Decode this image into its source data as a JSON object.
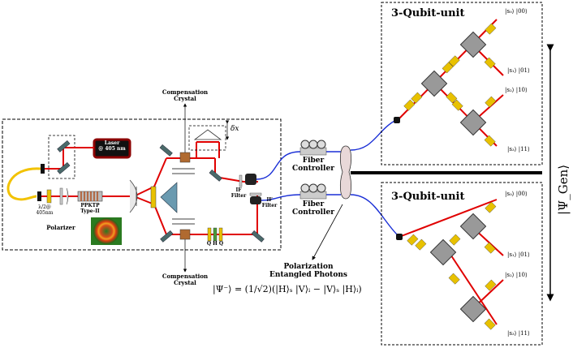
{
  "setup": {
    "laser_line1": "Laser",
    "laser_line2": "@ 405 nm",
    "compensation_top_1": "Compensation",
    "compensation_top_2": "Crystal",
    "compensation_bottom_1": "Compensation",
    "compensation_bottom_2": "Crystal",
    "delta_x": "δx",
    "waveplate": "λ/2@",
    "waveplate_nm": "405nm",
    "polarizer": "Polarizer",
    "ppktp_1": "PPKTP",
    "ppktp_2": "Type-II",
    "qhq": "Q H Q",
    "if_filter_top_1": "IF",
    "if_filter_top_2": "Filter",
    "if_filter_bottom_1": "IF",
    "if_filter_bottom_2": "Filter"
  },
  "fiber": {
    "top_1": "Fiber",
    "top_2": "Controller",
    "bottom_1": "Fiber",
    "bottom_2": "Controller"
  },
  "photons": {
    "line1": "Polarization",
    "line2": "Entangled Photons",
    "equation": "|Ψ⁻⟩ = (1/√2)(|H⟩ₛ |V⟩ᵢ − |V⟩ₛ |H⟩ᵢ)"
  },
  "gen_label": "|Ψ_Gen⟩",
  "units": [
    {
      "title": "3-Qubit-unit",
      "states": [
        "|s₀⟩ |00⟩",
        "|s₁⟩ |01⟩",
        "|s₂⟩ |10⟩",
        "|s₃⟩ |11⟩"
      ]
    },
    {
      "title": "3-Qubit-unit",
      "states": [
        "|s₀⟩ |00⟩",
        "|s₁⟩ |01⟩",
        "|s₂⟩ |10⟩",
        "|s₃⟩ |11⟩"
      ]
    }
  ],
  "colors": {
    "beam": "#e00000",
    "fiber": "#1a2fd6",
    "laser_body": "#8b0000",
    "mirror": "#4a6a6a",
    "crystal_box": "#b06a30",
    "waveplate": "#e8c100",
    "yellow_fiber": "#f2c200"
  }
}
